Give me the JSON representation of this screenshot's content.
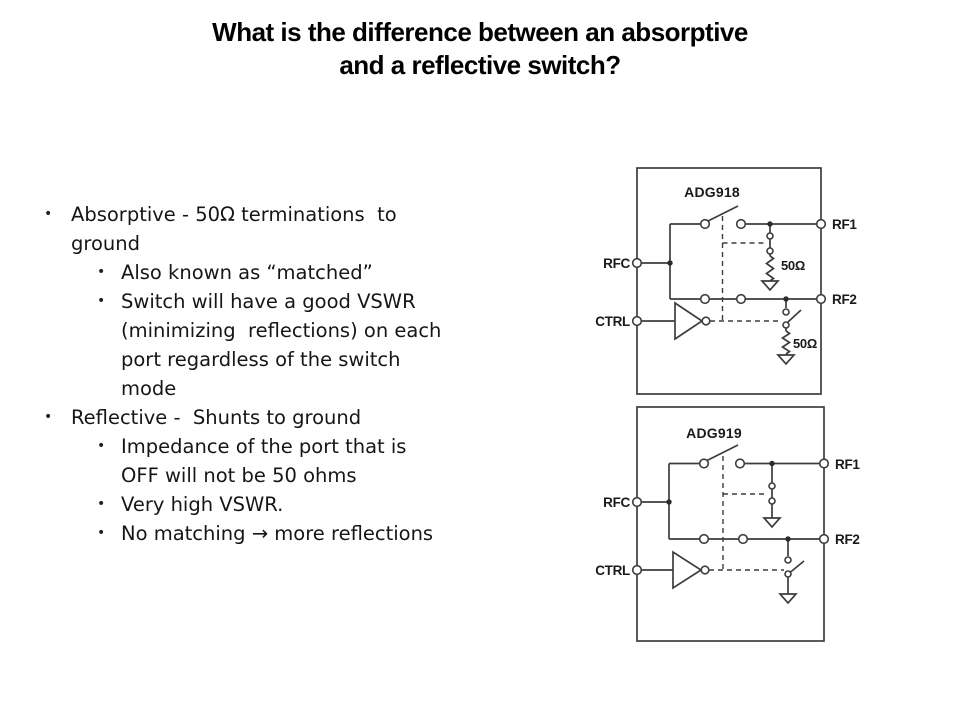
{
  "title": "What is the difference between an absorptive\nand a reflective switch?",
  "bullet_marker": "•",
  "bullets": [
    {
      "level": 1,
      "text": "Absorptive - 50Ω terminations  to\nground"
    },
    {
      "level": 2,
      "text": "Also known as “matched”"
    },
    {
      "level": 2,
      "text": "Switch will have a good VSWR\n(minimizing  reflections) on each\nport regardless of the switch\nmode"
    },
    {
      "level": 1,
      "text": "Reflective -  Shunts to ground"
    },
    {
      "level": 2,
      "text": "Impedance of the port that is\nOFF will not be 50 ohms"
    },
    {
      "level": 2,
      "text": "Very high VSWR."
    },
    {
      "level": 2,
      "text": "No matching → more reflections"
    }
  ],
  "diagrams": [
    {
      "name": "ADG918",
      "ports": {
        "rfc": "RFC",
        "ctrl": "CTRL",
        "rf1": "RF1",
        "rf2": "RF2"
      },
      "resistors": {
        "rf1_shunt": "50Ω",
        "rf2_shunt": "50Ω"
      }
    },
    {
      "name": "ADG919",
      "ports": {
        "rfc": "RFC",
        "ctrl": "CTRL",
        "rf1": "RF1",
        "rf2": "RF2"
      }
    }
  ],
  "colors": {
    "background": "#ffffff",
    "title_text": "#000000",
    "body_text": "#161616",
    "diagram_stroke": "#3d3d3d"
  }
}
